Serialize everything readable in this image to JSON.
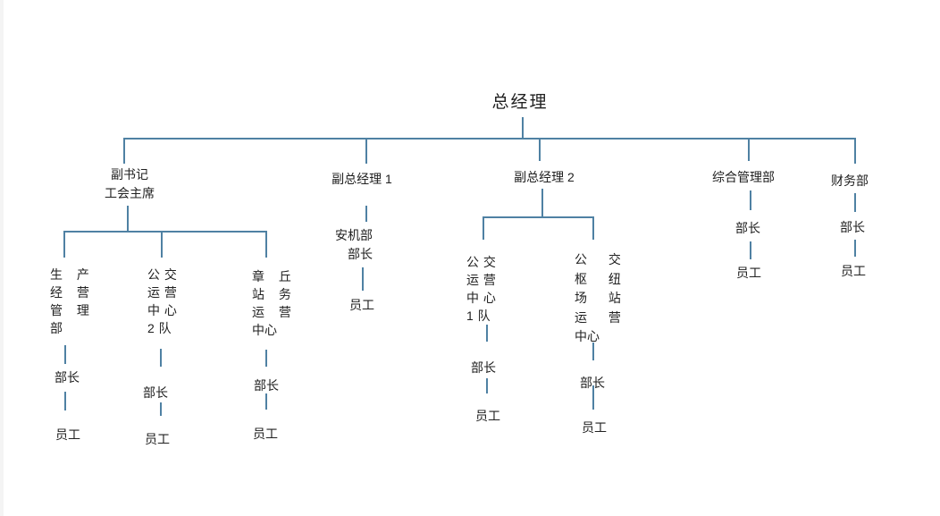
{
  "chart": {
    "type": "org-chart",
    "line_color": "#4f81a3",
    "ceo": {
      "label": "总经理"
    },
    "deputy_secretary": {
      "label": "副书记\n工会主席",
      "children": [
        {
          "label": "生 产\n经 营\n管 理\n部",
          "chief": "部长",
          "staff": "员工"
        },
        {
          "label": "公 交\n运 营\n中 心\n2 队",
          "chief": "部长",
          "staff": "员工"
        },
        {
          "label": "章 丘\n站 务\n运 营\n中心",
          "chief": "部长",
          "staff": "员工"
        }
      ]
    },
    "vice_gm1": {
      "label": "副总经理 1",
      "dept": {
        "label": "安机部",
        "chief": "部长",
        "staff": "员工"
      }
    },
    "vice_gm2": {
      "label": "副总经理 2",
      "children": [
        {
          "label": "公 交\n运 营\n中 心\n1 队",
          "chief": "部长",
          "staff": "员工"
        },
        {
          "label": "公 交\n枢 纽\n场 站\n运 营\n中心",
          "chief": "部长",
          "staff": "员工"
        }
      ]
    },
    "general_admin": {
      "label": "综合管理部",
      "chief": "部长",
      "staff": "员工"
    },
    "finance": {
      "label": "财务部",
      "chief": "部长",
      "staff": "员工"
    }
  }
}
